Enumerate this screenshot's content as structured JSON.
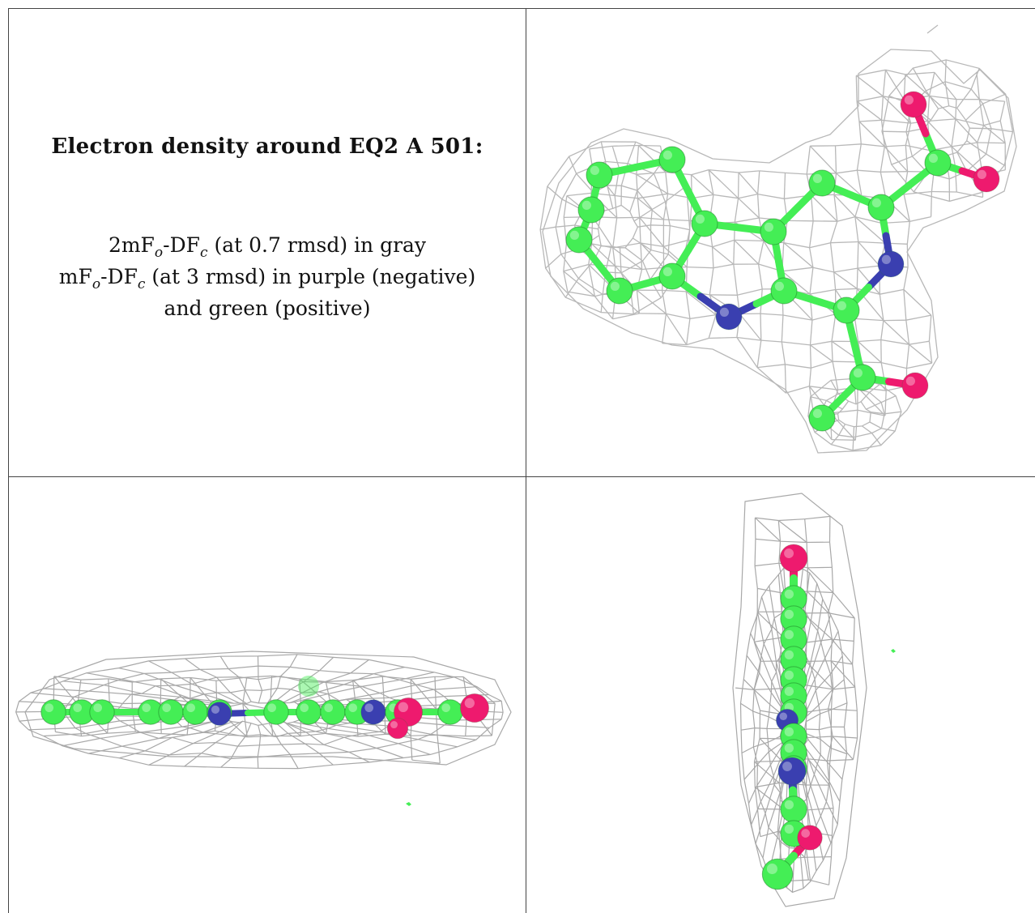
{
  "caption": {
    "title": "Electron density around EQ2 A 501:",
    "line1": "2mFo-DFc (at 0.7 rmsd) in gray",
    "line2": "mFo-DFc (at 3 rmsd) in purple (negative)",
    "line3": "and green (positive)"
  },
  "colors": {
    "mesh": "#b8b8b8",
    "carbon": "#44ee55",
    "nitrogen": "#3a3fb0",
    "oxygen": "#ee1a6e",
    "grid_line": "#444444"
  },
  "panels": [
    "top-view",
    "side-view-horizontal",
    "side-view-vertical"
  ]
}
